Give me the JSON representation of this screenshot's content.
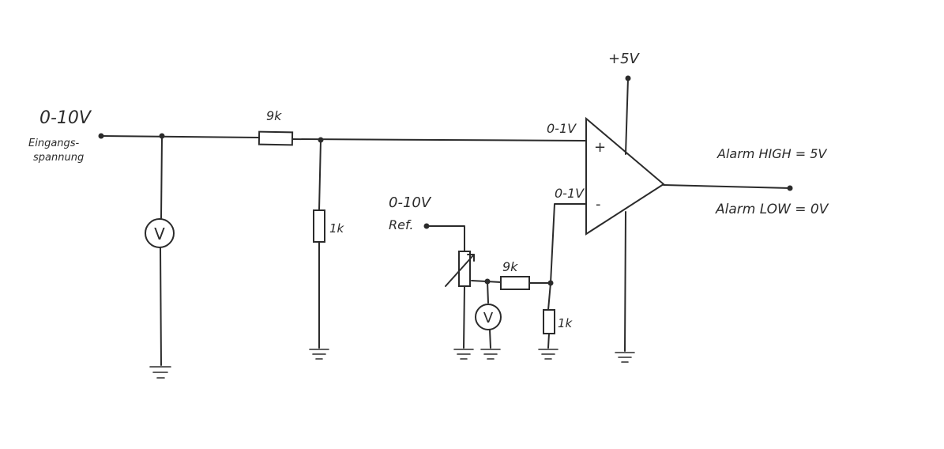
{
  "input": {
    "range": "0-10V",
    "desc_line1": "Eingangs-",
    "desc_line2": "spannung"
  },
  "ref": {
    "range": "0-10V",
    "label": "Ref."
  },
  "resistors": {
    "r1": "9k",
    "r2": "1k",
    "r3": "9k",
    "r4": "1k"
  },
  "meters": {
    "m1": "V",
    "m2": "V"
  },
  "opamp": {
    "plus_in": "0-1V",
    "minus_in": "0-1V",
    "plus_sign": "+",
    "minus_sign": "-",
    "supply": "+5V"
  },
  "output": {
    "alarm_high": "Alarm HIGH = 5V",
    "alarm_low": "Alarm LOW = 0V"
  }
}
